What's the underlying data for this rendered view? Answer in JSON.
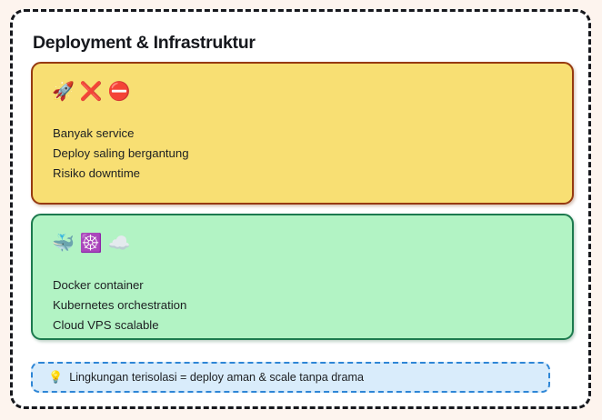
{
  "slide": {
    "title": "Deployment & Infrastruktur",
    "background_color": "#fdf4ee",
    "panel_color": "#ffffff",
    "panel_border_color": "#16181d"
  },
  "cards": [
    {
      "id": "problem",
      "icons": "🚀❌⛔",
      "icon_names": [
        "rocket-icon",
        "cross-mark-icon",
        "no-entry-icon"
      ],
      "fill_color": "#f8df73",
      "border_color": "#963a10",
      "lines": [
        "Banyak service",
        "Deploy saling bergantung",
        "Risiko downtime"
      ]
    },
    {
      "id": "solution",
      "icons": "🐳☸️☁️",
      "icon_names": [
        "whale-icon",
        "kubernetes-wheel-icon",
        "cloud-icon"
      ],
      "fill_color": "#b2f3c4",
      "border_color": "#1c7a4e",
      "lines": [
        "Docker container",
        "Kubernetes orchestration",
        "Cloud VPS scalable"
      ]
    }
  ],
  "tip": {
    "icon": "💡",
    "icon_name": "lightbulb-icon",
    "text": "Lingkungan terisolasi = deploy aman & scale tanpa drama",
    "fill_color": "#d9ecfb",
    "border_color": "#2e86d6"
  }
}
